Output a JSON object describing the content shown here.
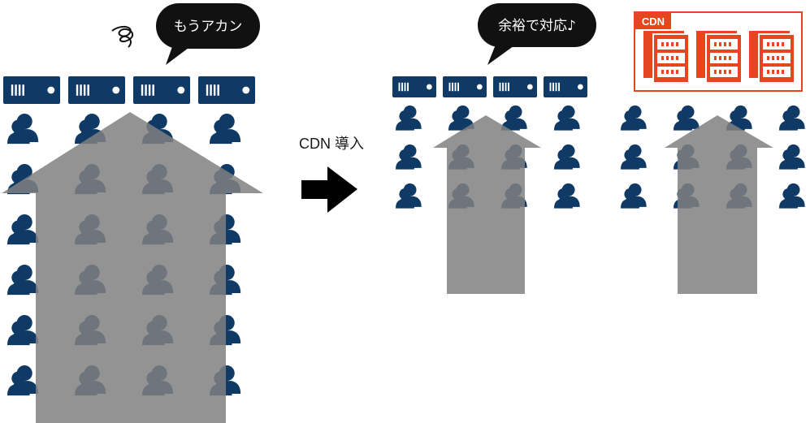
{
  "left_scene": {
    "speech": "もうアカン",
    "servers": 4,
    "user_rows": 6,
    "user_cols": 4
  },
  "transition": {
    "label": "CDN 導入"
  },
  "right_scene": {
    "speech": "余裕で対応♪",
    "servers": 4,
    "origin_user_rows": 3,
    "origin_user_cols": 4,
    "cdn_user_rows": 3,
    "cdn_user_cols": 4
  },
  "cdn_box": {
    "label": "CDN",
    "servers": 3
  },
  "colors": {
    "server_navy": "#0f3a66",
    "user_navy": "#0f3a66",
    "arrow_gray": "#808080",
    "bubble_black": "#111111",
    "cdn_orange": "#e6461f"
  }
}
